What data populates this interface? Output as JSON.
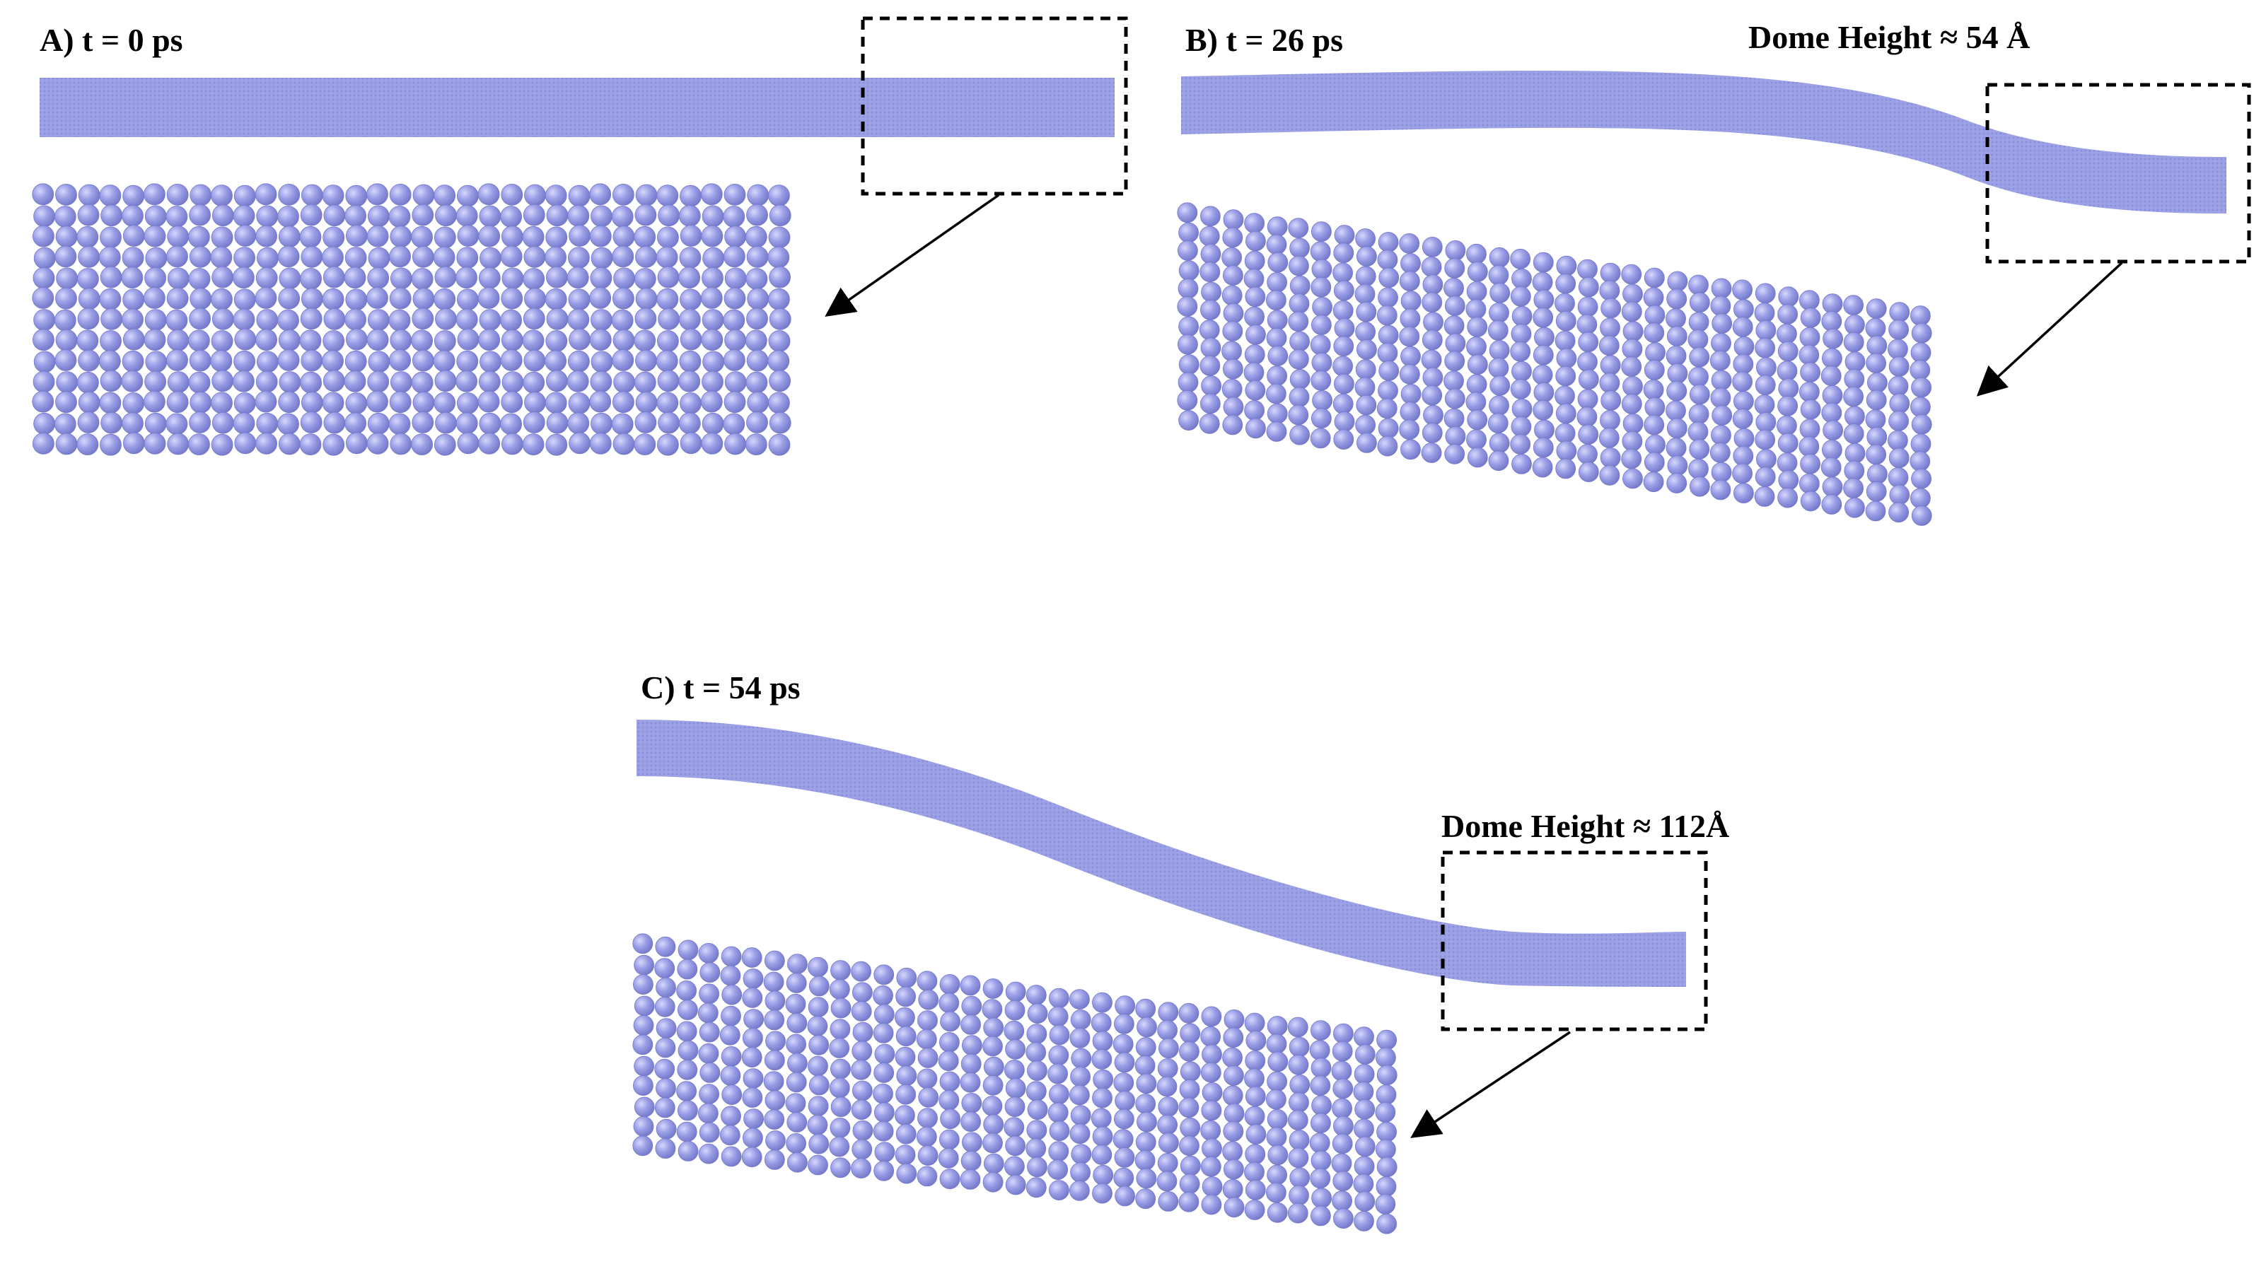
{
  "panels": [
    {
      "id": "A",
      "label": "A) t = 0 ps"
    },
    {
      "id": "B",
      "label": "B) t = 26 ps",
      "dome_label": "Dome Height ≈ 54 Å"
    },
    {
      "id": "C",
      "label": "C) t = 54 ps",
      "dome_label": "Dome Height ≈ 112Å"
    }
  ],
  "colors": {
    "atom_fill": "#9a9ee6",
    "atom_edge": "#7479c9",
    "strip": "#9da1e6",
    "annotation": "#000000"
  },
  "icons": {
    "zoom_box": "dashed-rectangle",
    "arrow": "arrow-icon"
  }
}
